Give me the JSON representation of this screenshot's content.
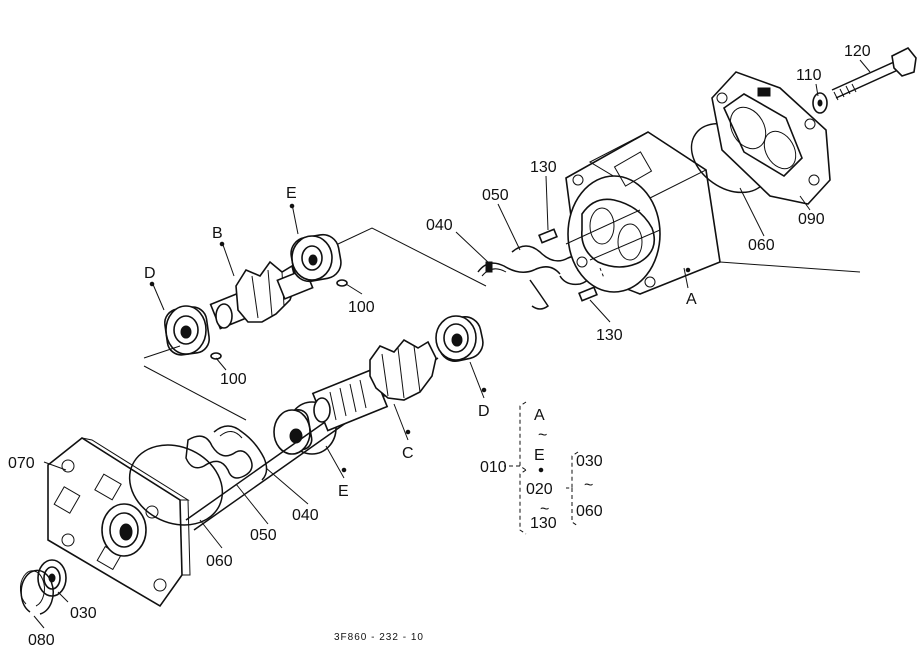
{
  "labels": {
    "l010": "010",
    "l020": "020",
    "l030": "030",
    "l040": "040",
    "l050": "050",
    "l060": "060",
    "l070": "070",
    "l080": "080",
    "l090": "090",
    "l100": "100",
    "l110": "110",
    "l120": "120",
    "l130": "130",
    "lA": "A",
    "lB": "B",
    "lC": "C",
    "lD": "D",
    "lE": "E"
  },
  "legend": {
    "parent": "010",
    "children": [
      "A",
      "E"
    ],
    "sub": "020",
    "sub_range": [
      "030",
      "060"
    ],
    "bottom": "130"
  },
  "drawing_code": "3F860 - 232 - 10"
}
